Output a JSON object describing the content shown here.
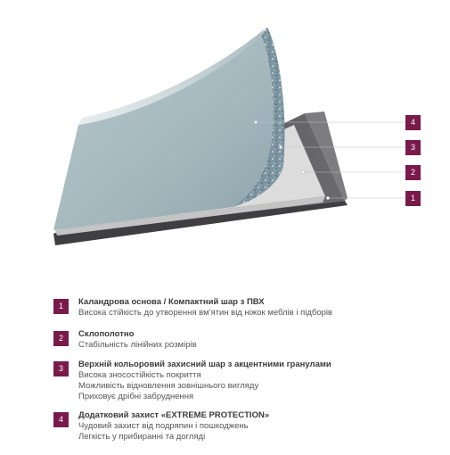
{
  "colors": {
    "badge": "#7a1a4a",
    "top_layer": "#9fb6bd",
    "granule_layer": "#7f98a3",
    "fiberglass": "#d9d9d9",
    "base": "#5b5a5c"
  },
  "callouts": [
    {
      "number": "4"
    },
    {
      "number": "3"
    },
    {
      "number": "2"
    },
    {
      "number": "1"
    }
  ],
  "legend": [
    {
      "number": "1",
      "title": "Каландрова основа / Компактний шар з ПВХ",
      "lines": [
        "Висока стійкість до утворення вм'ятин від ніжок меблів і підборів"
      ]
    },
    {
      "number": "2",
      "title": "Склополотно",
      "lines": [
        "Стабільність лінійних розмірів"
      ]
    },
    {
      "number": "3",
      "title": "Верхній кольоровий захисний шар з акцентними гранулами",
      "lines": [
        "Висока зносостійкість покриття",
        "Можливість відновлення зовнішнього вигляду",
        "Приховує дрібні забруднення"
      ]
    },
    {
      "number": "4",
      "title": "Додатковий захист «EXTREME PROTECTION»",
      "lines": [
        "Чудовий захист від подряпин і пошкоджень",
        "Легкість у прибиранні та догляді"
      ]
    }
  ]
}
